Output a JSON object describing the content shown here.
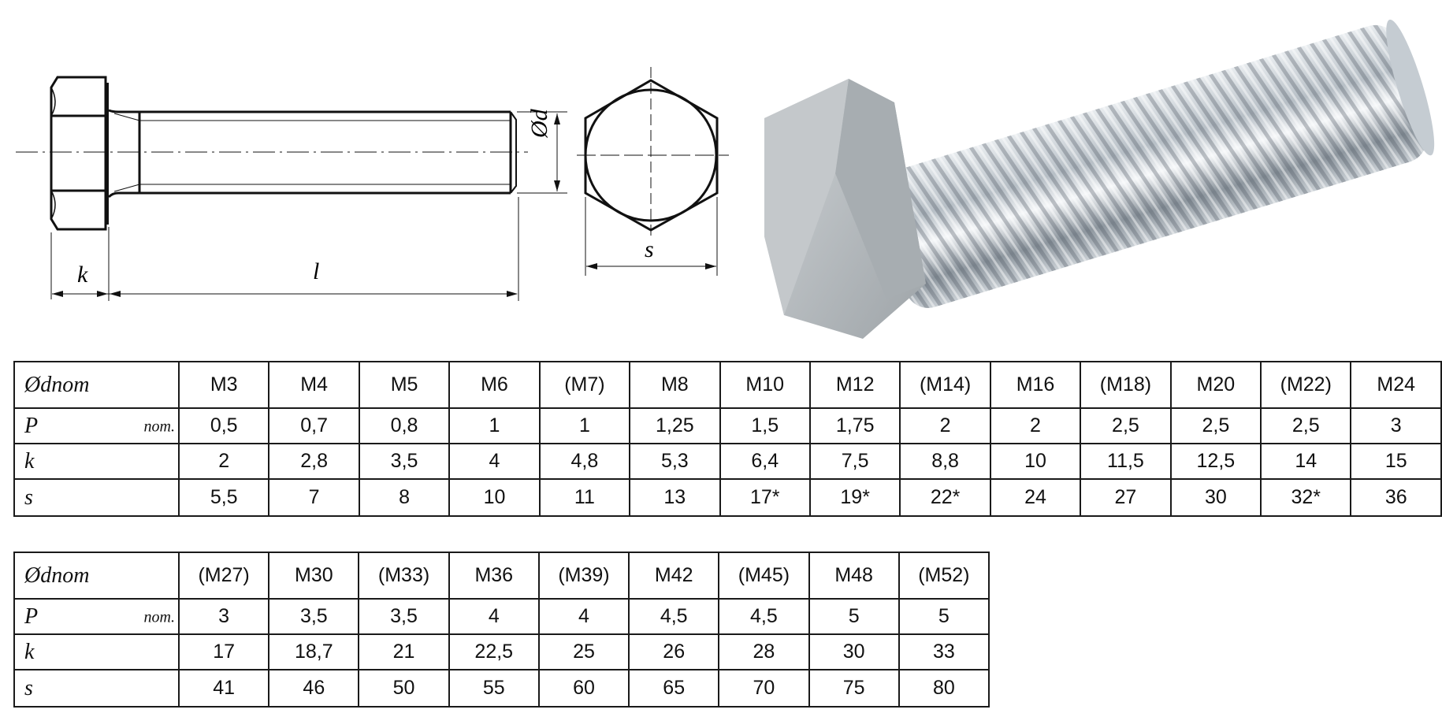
{
  "drawing": {
    "side_view": {
      "labels": {
        "k": "k",
        "l": "l",
        "diameter": "Ød"
      }
    },
    "end_view": {
      "labels": {
        "s": "s"
      }
    }
  },
  "photo": {
    "subject": "zinc-plated hex bolt, fully threaded"
  },
  "table_1": {
    "row_labels": [
      {
        "label": "Ødnom",
        "sub": ""
      },
      {
        "label": "P",
        "sub": "nom."
      },
      {
        "label": "k",
        "sub": ""
      },
      {
        "label": "s",
        "sub": ""
      }
    ],
    "columns": [
      {
        "size": "M3",
        "P": "0,5",
        "k": "2",
        "s": "5,5"
      },
      {
        "size": "M4",
        "P": "0,7",
        "k": "2,8",
        "s": "7"
      },
      {
        "size": "M5",
        "P": "0,8",
        "k": "3,5",
        "s": "8"
      },
      {
        "size": "M6",
        "P": "1",
        "k": "4",
        "s": "10"
      },
      {
        "size": "(M7)",
        "P": "1",
        "k": "4,8",
        "s": "11"
      },
      {
        "size": "M8",
        "P": "1,25",
        "k": "5,3",
        "s": "13"
      },
      {
        "size": "M10",
        "P": "1,5",
        "k": "6,4",
        "s": "17*"
      },
      {
        "size": "M12",
        "P": "1,75",
        "k": "7,5",
        "s": "19*"
      },
      {
        "size": "(M14)",
        "P": "2",
        "k": "8,8",
        "s": "22*"
      },
      {
        "size": "M16",
        "P": "2",
        "k": "10",
        "s": "24"
      },
      {
        "size": "(M18)",
        "P": "2,5",
        "k": "11,5",
        "s": "27"
      },
      {
        "size": "M20",
        "P": "2,5",
        "k": "12,5",
        "s": "30"
      },
      {
        "size": "(M22)",
        "P": "2,5",
        "k": "14",
        "s": "32*"
      },
      {
        "size": "M24",
        "P": "3",
        "k": "15",
        "s": "36"
      }
    ]
  },
  "table_2": {
    "row_labels": [
      {
        "label": "Ødnom",
        "sub": ""
      },
      {
        "label": "P",
        "sub": "nom."
      },
      {
        "label": "k",
        "sub": ""
      },
      {
        "label": "s",
        "sub": ""
      }
    ],
    "columns": [
      {
        "size": "(M27)",
        "P": "3",
        "k": "17",
        "s": "41"
      },
      {
        "size": "M30",
        "P": "3,5",
        "k": "18,7",
        "s": "46"
      },
      {
        "size": "(M33)",
        "P": "3,5",
        "k": "21",
        "s": "50"
      },
      {
        "size": "M36",
        "P": "4",
        "k": "22,5",
        "s": "55"
      },
      {
        "size": "(M39)",
        "P": "4",
        "k": "25",
        "s": "60"
      },
      {
        "size": "M42",
        "P": "4,5",
        "k": "26",
        "s": "65"
      },
      {
        "size": "(M45)",
        "P": "4,5",
        "k": "28",
        "s": "70"
      },
      {
        "size": "M48",
        "P": "5",
        "k": "30",
        "s": "75"
      },
      {
        "size": "(M52)",
        "P": "5",
        "k": "33",
        "s": "80"
      }
    ]
  }
}
